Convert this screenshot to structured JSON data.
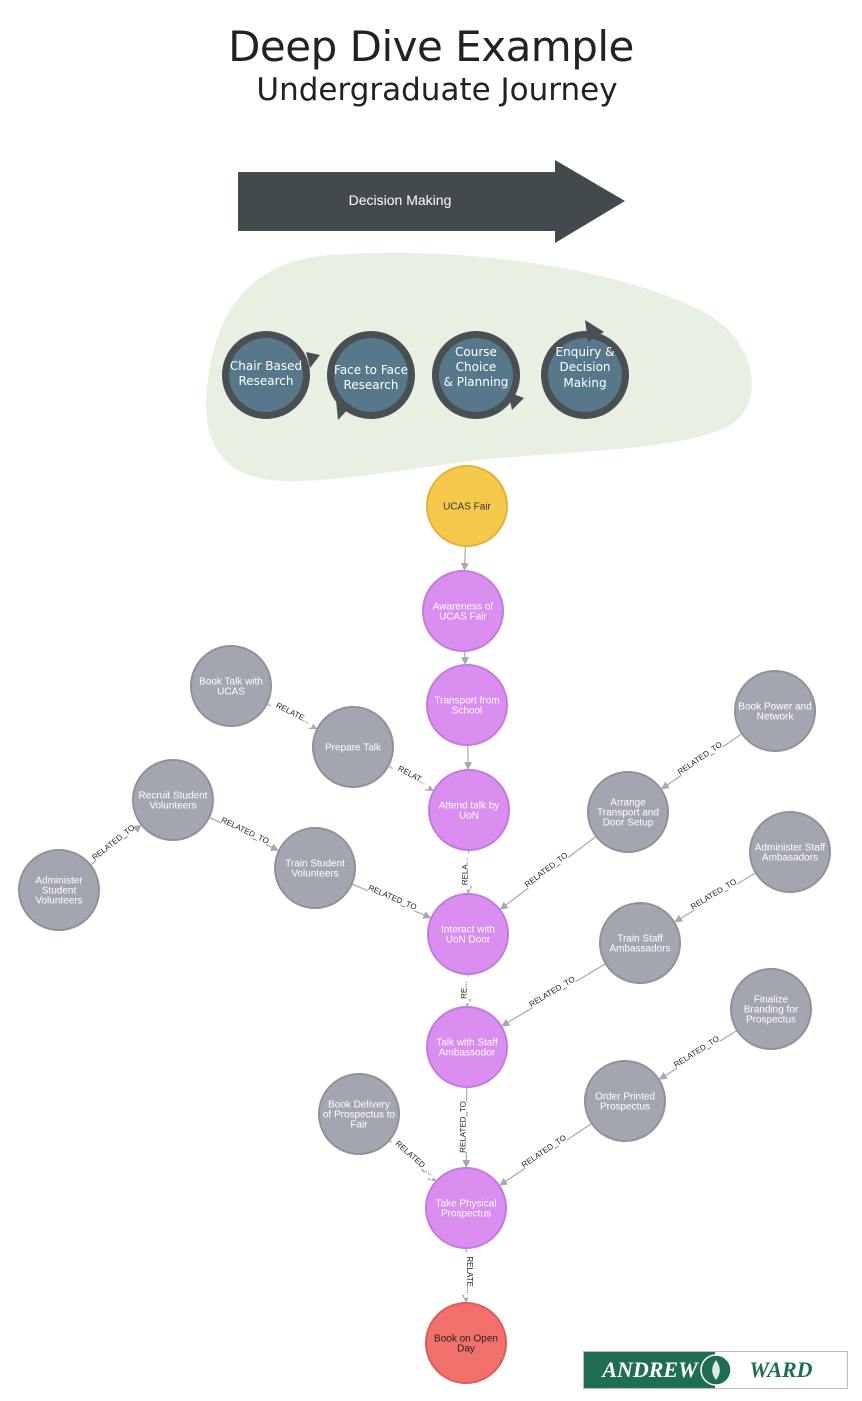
{
  "title": "Deep Dive Example",
  "subtitle": "Undergraduate Journey",
  "arrow_label": "Decision Making",
  "stages": [
    {
      "line1": "Chair Based",
      "line2": "Research",
      "line3": ""
    },
    {
      "line1": "Face to Face",
      "line2": "Research",
      "line3": ""
    },
    {
      "line1": "Course",
      "line2": "Choice",
      "line3": "& Planning"
    },
    {
      "line1": "Enquiry &",
      "line2": "Decision",
      "line3": "Making"
    }
  ],
  "nodes": {
    "ucas_fair": [
      "UCAS Fair"
    ],
    "awareness": [
      "Awareness of",
      "UCAS Fair"
    ],
    "transport": [
      "Transport from",
      "School"
    ],
    "attend_talk": [
      "Attend talk by",
      "UoN"
    ],
    "interact": [
      "Interact with",
      "UoN Door"
    ],
    "talk_staff": [
      "Talk with Staff",
      "Ambassodor"
    ],
    "take_prospectus": [
      "Take Physical",
      "Prospectus"
    ],
    "book_open_day": [
      "Book on Open",
      "Day"
    ],
    "book_talk": [
      "Book Talk with",
      "UCAS"
    ],
    "prepare_talk": [
      "Prepare Talk"
    ],
    "recruit_volunteers": [
      "Recruit Student",
      "Volunteers"
    ],
    "administer_volunteers": [
      "Administer",
      "Student",
      "Volunteers"
    ],
    "train_volunteers": [
      "Train Student",
      "Volunteers"
    ],
    "book_power": [
      "Book Power and",
      "Network"
    ],
    "arrange_transport": [
      "Arrange",
      "Transport and",
      "Door Setup"
    ],
    "administer_staff": [
      "Administer Staff",
      "Ambasadors"
    ],
    "train_staff": [
      "Train Staff",
      "Ambassadors"
    ],
    "finalize_branding": [
      "Finalize",
      "Branding for",
      "Prospectus"
    ],
    "order_printed": [
      "Order Printed",
      "Prospectus"
    ],
    "book_delivery": [
      "Book Delivery",
      "of Prospectus to",
      "Fair"
    ]
  },
  "edge_labels": {
    "related_to": "RELATED_TO",
    "relate_short": "RELATE...",
    "relat_short": "RELAT...",
    "rela_short": "RELA...",
    "re_short": "RE...",
    "related_short": "RELATED_..."
  },
  "colors": {
    "ucas_fair": "#f5c94c",
    "journey": "#d98ef0",
    "support": "#a3a6b0",
    "open_day": "#f2706b",
    "arrow": "#434a4e",
    "blob": "#e8f0e2",
    "stage_fill": "#56788a",
    "stage_ring": "#4a4f53"
  },
  "logo": {
    "left": "ANDREW",
    "right": "WARD"
  }
}
